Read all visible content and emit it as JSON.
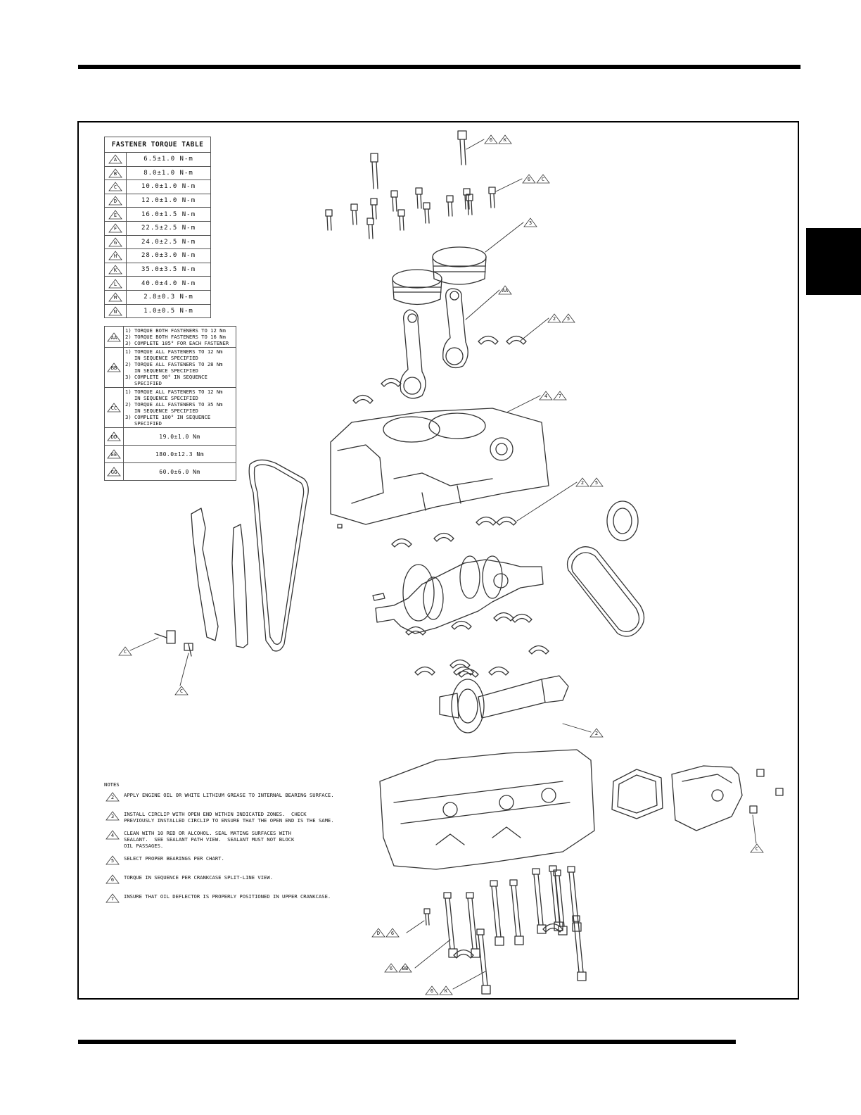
{
  "torque_table": {
    "title": "FASTENER TORQUE TABLE",
    "rows": [
      {
        "code": "A",
        "value": "6.5±1.0 N-m"
      },
      {
        "code": "B",
        "value": "8.0±1.0 N-m"
      },
      {
        "code": "C",
        "value": "10.0±1.0 N-m"
      },
      {
        "code": "D",
        "value": "12.0±1.0 N-m"
      },
      {
        "code": "E",
        "value": "16.0±1.5 N-m"
      },
      {
        "code": "F",
        "value": "22.5±2.5 N-m"
      },
      {
        "code": "G",
        "value": "24.0±2.5 N-m"
      },
      {
        "code": "H",
        "value": "28.0±3.0 N-m"
      },
      {
        "code": "K",
        "value": "35.0±3.5 N-m"
      },
      {
        "code": "L",
        "value": "40.0±4.0 N-m"
      },
      {
        "code": "M",
        "value": "2.8±0.3 N-m"
      },
      {
        "code": "N",
        "value": "1.0±0.5 N-m"
      }
    ]
  },
  "sequence_table": {
    "aa": {
      "code": "AA",
      "lines": [
        "1) TORQUE BOTH FASTENERS TO 12 Nm",
        "2) TORQUE BOTH FASTENERS TO 16 Nm",
        "3) COMPLETE 105° FOR EACH FASTENER"
      ]
    },
    "bb": {
      "code": "BB",
      "lines": [
        "1) TORQUE ALL FASTENERS TO 12 Nm",
        "   IN SEQUENCE SPECIFIED",
        "2) TORQUE ALL FASTENERS TO 28 Nm",
        "   IN SEQUENCE SPECIFIED",
        "3) COMPLETE 90° IN SEQUENCE",
        "   SPECIFIED"
      ]
    },
    "cc": {
      "code": "CC",
      "lines": [
        "1) TORQUE ALL FASTENERS TO 12 Nm",
        "   IN SEQUENCE SPECIFIED",
        "2) TORQUE ALL FASTENERS TO 35 Nm",
        "   IN SEQUENCE SPECIFIED",
        "3) COMPLETE 180° IN SEQUENCE",
        "   SPECIFIED"
      ]
    },
    "dd": {
      "code": "DD",
      "value": "19.0±1.0 Nm"
    },
    "ee": {
      "code": "EE",
      "value": "180.0±12.3 Nm"
    },
    "gg": {
      "code": "GG",
      "value": "60.0±6.0 Nm"
    }
  },
  "notes": {
    "title": "NOTES",
    "n2": {
      "num": "2",
      "lines": [
        "APPLY ENGINE OIL OR WHITE LITHIUM GREASE TO INTERNAL BEARING SURFACE."
      ]
    },
    "n3": {
      "num": "3",
      "lines": [
        "INSTALL CIRCLIP WITH OPEN END WITHIN INDICATED ZONES.  CHECK",
        "PREVIOUSLY INSTALLED CIRCLIP TO ENSURE THAT THE OPEN END IS THE SAME."
      ]
    },
    "n4": {
      "num": "4",
      "lines": [
        "CLEAN WITH 10 RED OR ALCOHOL. SEAL MATING SURFACES WITH",
        "SEALANT.  SEE SEALANT PATH VIEW.  SEALANT MUST NOT BLOCK",
        "OIL PASSAGES."
      ]
    },
    "n5": {
      "num": "5",
      "lines": [
        "SELECT PROPER BEARINGS PER CHART."
      ]
    },
    "n6": {
      "num": "6",
      "lines": [
        "TORQUE IN SEQUENCE PER CRANKCASE SPLIT-LINE VIEW."
      ]
    },
    "n7": {
      "num": "7",
      "lines": [
        "INSURE THAT OIL DEFLECTOR IS PROPERLY POSITIONED IN UPPER CRANKCASE."
      ]
    }
  },
  "callouts": {
    "top_bolt": [
      "6",
      "K"
    ],
    "bolt_row": [
      "6",
      "C"
    ],
    "piston": [
      "3"
    ],
    "conrod": [
      "AA"
    ],
    "rod_bearing": [
      "2",
      "5"
    ],
    "upper_case": [
      "4",
      "7"
    ],
    "main_bearing": [
      "2",
      "5"
    ],
    "guide_bolt_1": [
      "C"
    ],
    "guide_bolt_2": [
      "C"
    ],
    "balance_bearing": [
      "2"
    ],
    "cover_bolt": [
      "C"
    ],
    "small_bolt": [
      "D",
      "6"
    ],
    "case_bolts": [
      "6",
      "BB"
    ],
    "long_bolt": [
      "6",
      "K"
    ]
  }
}
